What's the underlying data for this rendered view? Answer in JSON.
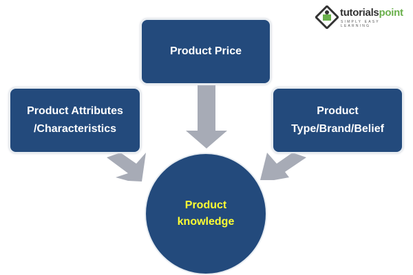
{
  "logo": {
    "brand_main": "tutorials",
    "brand_accent": "point",
    "tagline": "SIMPLY EASY LEARNING"
  },
  "nodes": {
    "price": "Product Price",
    "attributes_line1": "Product Attributes",
    "attributes_line2": "/Characteristics",
    "type_line1": "Product",
    "type_line2": "Type/Brand/Belief",
    "center_line1": "Product",
    "center_line2": "knowledge"
  },
  "colors": {
    "box": "#234a7c",
    "arrow": "#a7abb6",
    "center_text": "#ffff33"
  }
}
